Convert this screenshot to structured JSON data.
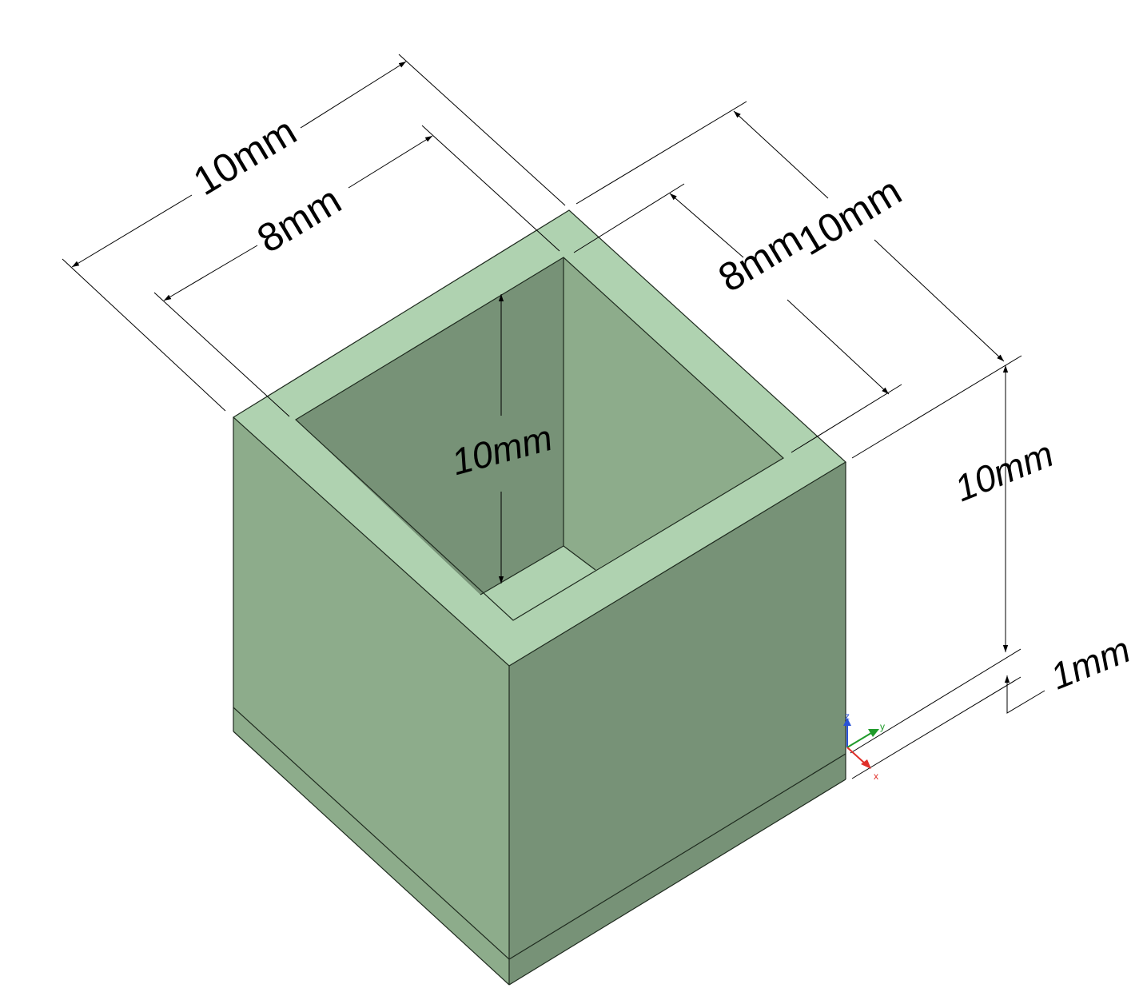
{
  "colors": {
    "top_face": "#afd2b0",
    "left_face": "#8dac8b",
    "right_face": "#779277",
    "inner_back_left": "#779277",
    "inner_back_right": "#8dac8b",
    "edge": "#1e2a1e",
    "axis_x": "#e0302a",
    "axis_y": "#1f9a2a",
    "axis_z": "#2a53d8"
  },
  "dimensions": {
    "outer_width_left": "10mm",
    "inner_width_left": "8mm",
    "inner_width_right": "8mm",
    "outer_width_right": "10mm",
    "cavity_depth": "10mm",
    "wall_height": "10mm",
    "base_thickness": "1mm"
  },
  "axes": {
    "x": "x",
    "y": "y",
    "z": "z"
  }
}
